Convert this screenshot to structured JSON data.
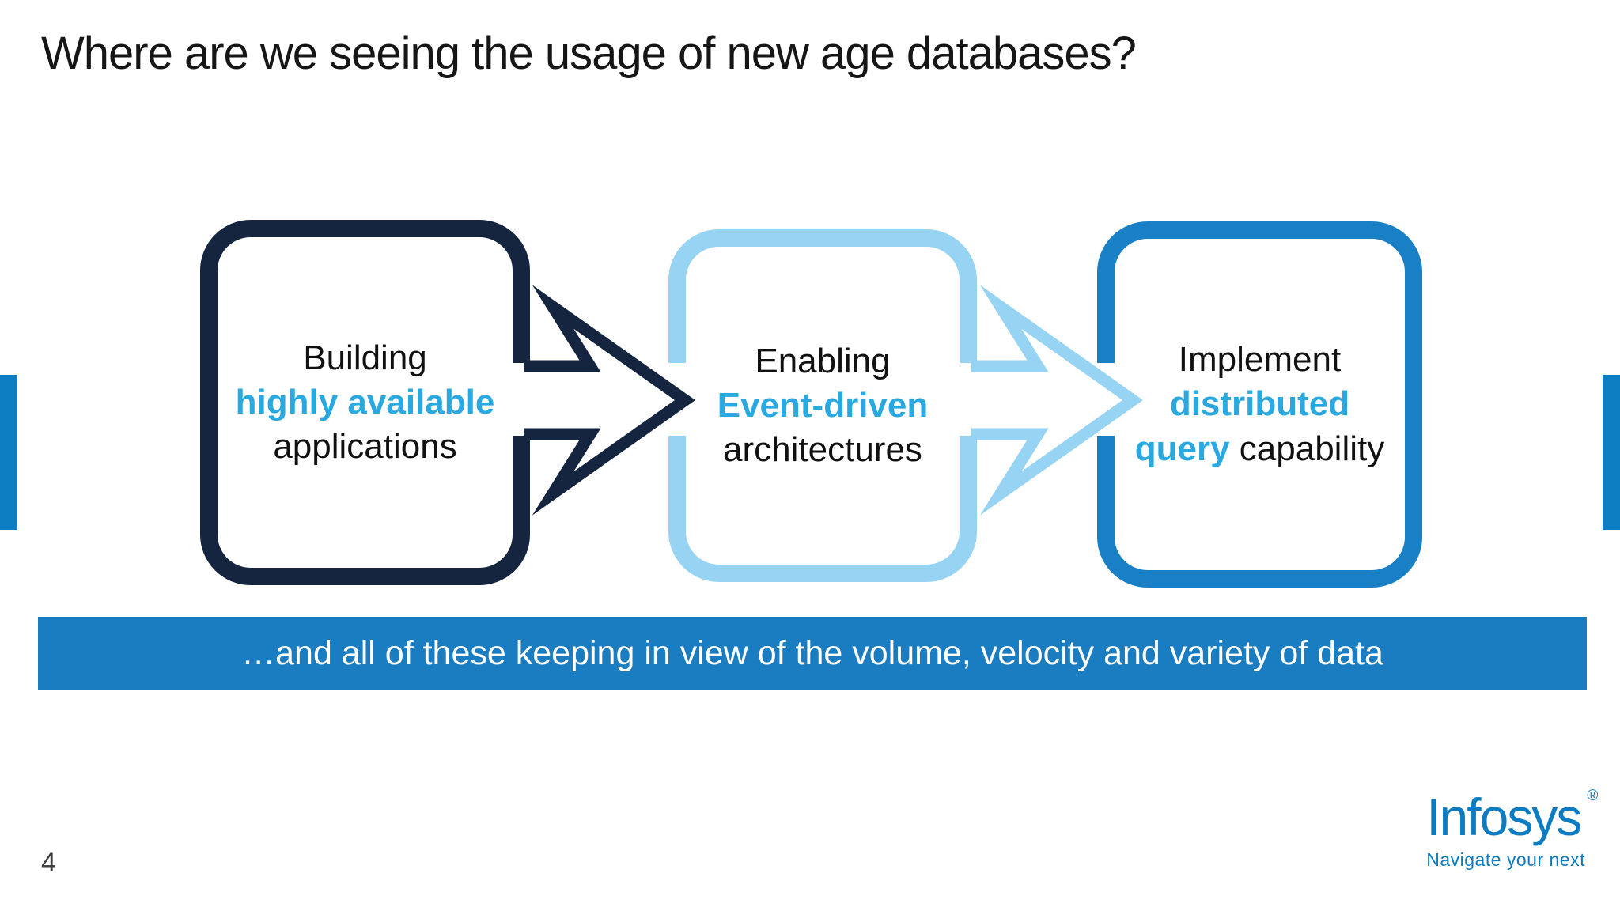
{
  "slide": {
    "title": "Where are we seeing the usage of new age databases?",
    "page_number": "4"
  },
  "flow": {
    "boxes": [
      {
        "line1": "Building",
        "accent": "highly available",
        "line3": "applications"
      },
      {
        "line1": "Enabling",
        "accent": "Event-driven",
        "line3": "architectures"
      },
      {
        "line1": "Implement",
        "accent": "distributed",
        "accent2": "query",
        "line3": " capability"
      }
    ]
  },
  "banner": {
    "text": "…and all of these keeping in view of the volume, velocity and variety of data"
  },
  "logo": {
    "brand": "Infosys",
    "registered": "®",
    "tagline": "Navigate your next"
  },
  "colors": {
    "navy": "#15253f",
    "light_blue": "#97d3f2",
    "medium_blue": "#1a80c6",
    "accent_text": "#2aa9e0",
    "banner_bg": "#1b7dc1",
    "edge_bar": "#0d7ec1",
    "logo_blue": "#0b7cc1"
  }
}
